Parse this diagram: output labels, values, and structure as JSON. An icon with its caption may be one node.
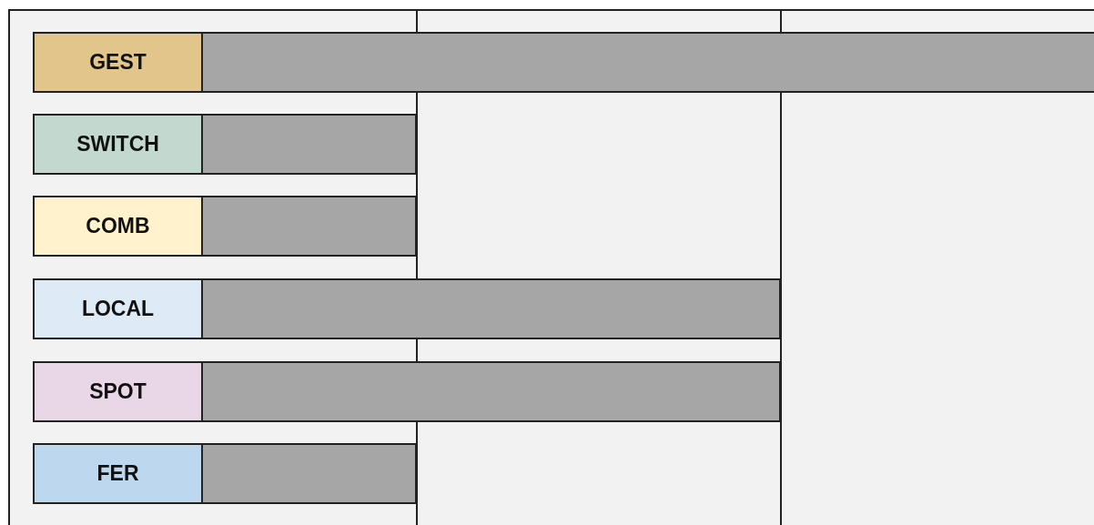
{
  "diagram": {
    "nodes": [
      {
        "text": [
          "GEST"
        ]
      },
      {
        "text": [],
        "shape": "bar"
      },
      {
        "text": [
          "SWITCH"
        ]
      },
      {
        "text": [],
        "shape": "bar"
      },
      {
        "text": [
          "COMB"
        ]
      },
      {
        "text": [],
        "shape": "bar"
      },
      {
        "text": [
          "LOCAL"
        ]
      },
      {
        "text": [],
        "shape": "bar"
      },
      {
        "text": [
          "SPOT"
        ]
      },
      {
        "text": [],
        "shape": "bar"
      },
      {
        "text": [
          "FER"
        ]
      },
      {
        "text": [],
        "shape": "bar"
      }
    ]
  }
}
